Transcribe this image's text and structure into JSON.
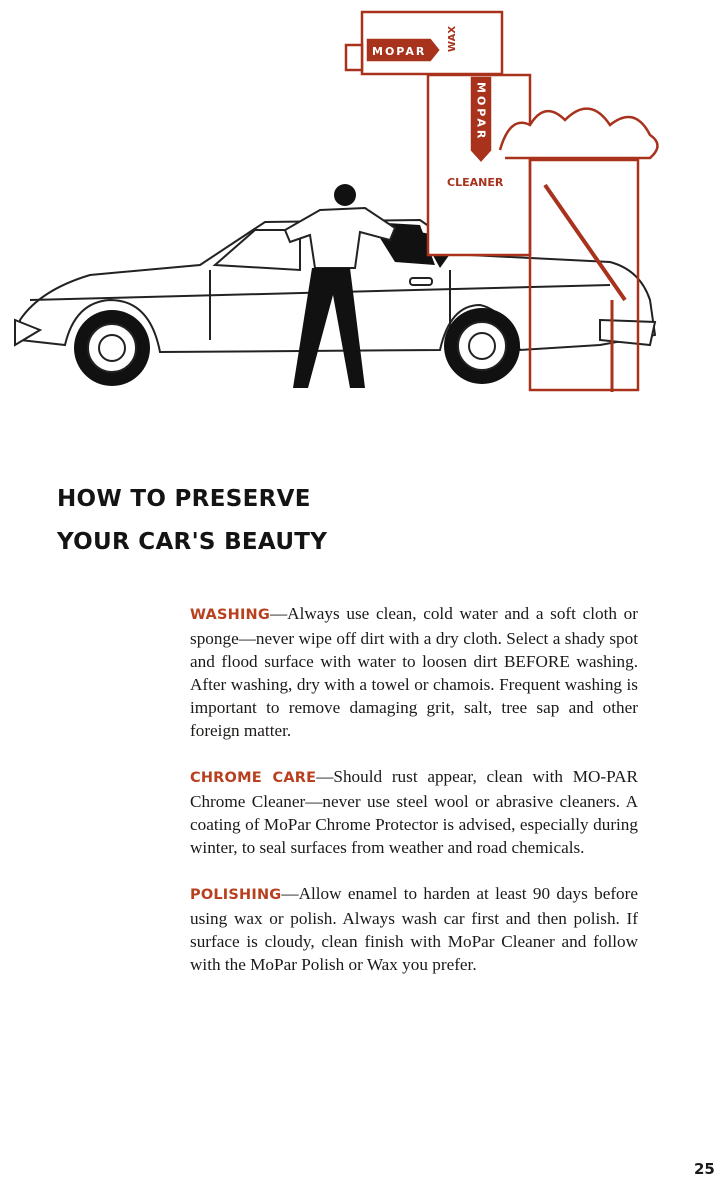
{
  "illustration": {
    "wax_can_brand": "MOPAR",
    "wax_can_label": "WAX",
    "cleaner_can_brand": "MOPAR",
    "cleaner_can_label": "CLEANER"
  },
  "heading": {
    "line1": "HOW TO PRESERVE",
    "line2": "YOUR CAR'S BEAUTY"
  },
  "sections": [
    {
      "label": "WASHING",
      "text": "—Always use clean, cold water and a soft cloth or sponge—never wipe off dirt with a dry cloth. Select a shady spot and flood surface with water to loosen dirt BEFORE washing. After washing, dry with a towel or chamois. Frequent washing is important to remove damaging grit, salt, tree sap and other foreign matter."
    },
    {
      "label": "CHROME CARE",
      "text": "—Should rust appear, clean with MO-PAR Chrome Cleaner—never use steel wool or abrasive cleaners. A coating of MoPar Chrome Protector is advised, especially during winter, to seal surfaces from weather and road chemicals."
    },
    {
      "label": "POLISHING",
      "text": "—Allow enamel to harden at least 90 days before using wax or polish. Always wash car first and then polish. If surface is cloudy, clean finish with MoPar Cleaner and follow with the MoPar Polish or Wax you prefer."
    }
  ],
  "page_number": "25",
  "colors": {
    "accent": "#b8401f",
    "ink": "#1c1a18",
    "illustration_red": "#a8321c"
  }
}
